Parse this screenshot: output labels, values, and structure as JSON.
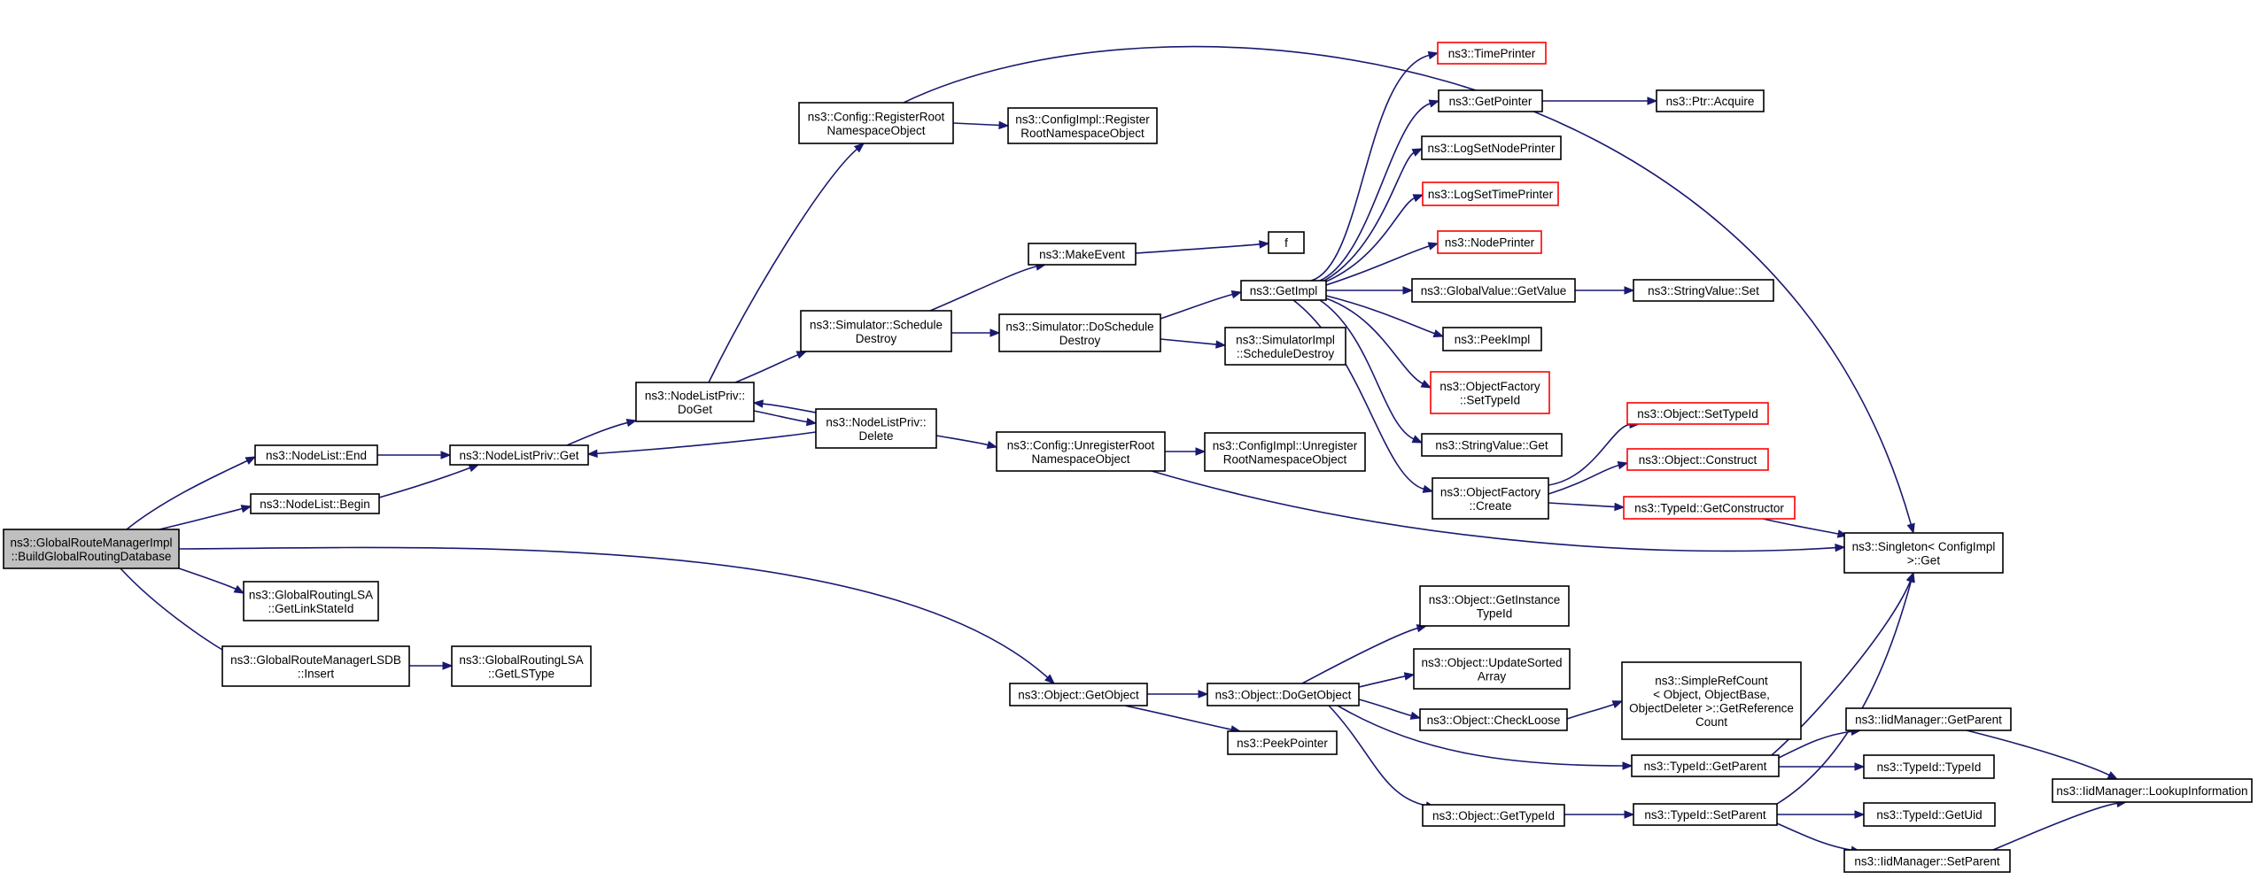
{
  "nodes": {
    "root": [
      "ns3::GlobalRouteManagerImpl",
      "::BuildGlobalRoutingDatabase"
    ],
    "nl_end": [
      "ns3::NodeList::End"
    ],
    "nl_begin": [
      "ns3::NodeList::Begin"
    ],
    "nlp_get": [
      "ns3::NodeListPriv::Get"
    ],
    "nlp_doget": [
      "ns3::NodeListPriv::",
      "DoGet"
    ],
    "nlp_delete": [
      "ns3::NodeListPriv::",
      "Delete"
    ],
    "cfg_register": [
      "ns3::Config::RegisterRoot",
      "NamespaceObject"
    ],
    "cfgimpl_register": [
      "ns3::ConfigImpl::Register",
      "RootNamespaceObject"
    ],
    "sim_schedule": [
      "ns3::Simulator::Schedule",
      "Destroy"
    ],
    "make_event": [
      "ns3::MakeEvent"
    ],
    "f": [
      "f"
    ],
    "sim_doschedule": [
      "ns3::Simulator::DoSchedule",
      "Destroy"
    ],
    "get_impl": [
      "ns3::GetImpl"
    ],
    "simimpl_sched": [
      "ns3::SimulatorImpl",
      "::ScheduleDestroy"
    ],
    "cfg_unregister": [
      "ns3::Config::UnregisterRoot",
      "NamespaceObject"
    ],
    "cfgimpl_unregister": [
      "ns3::ConfigImpl::Unregister",
      "RootNamespaceObject"
    ],
    "time_printer": [
      "ns3::TimePrinter"
    ],
    "get_pointer": [
      "ns3::GetPointer"
    ],
    "ptr_acquire": [
      "ns3::Ptr::Acquire"
    ],
    "log_node": [
      "ns3::LogSetNodePrinter"
    ],
    "log_time": [
      "ns3::LogSetTimePrinter"
    ],
    "node_printer": [
      "ns3::NodePrinter"
    ],
    "gv_getvalue": [
      "ns3::GlobalValue::GetValue"
    ],
    "sv_set": [
      "ns3::StringValue::Set"
    ],
    "peek_impl": [
      "ns3::PeekImpl"
    ],
    "of_settypeid": [
      "ns3::ObjectFactory",
      "::SetTypeId"
    ],
    "sv_get": [
      "ns3::StringValue::Get"
    ],
    "of_create": [
      "ns3::ObjectFactory",
      "::Create"
    ],
    "obj_settypeid": [
      "ns3::Object::SetTypeId"
    ],
    "obj_construct": [
      "ns3::Object::Construct"
    ],
    "tid_getctor": [
      "ns3::TypeId::GetConstructor"
    ],
    "singleton": [
      "ns3::Singleton< ConfigImpl",
      ">::Get"
    ],
    "glsa_linkstate": [
      "ns3::GlobalRoutingLSA",
      "::GetLinkStateId"
    ],
    "lsdb_insert": [
      "ns3::GlobalRouteManagerLSDB",
      "::Insert"
    ],
    "glsa_lstype": [
      "ns3::GlobalRoutingLSA",
      "::GetLSType"
    ],
    "obj_getobject": [
      "ns3::Object::GetObject"
    ],
    "obj_dogetobject": [
      "ns3::Object::DoGetObject"
    ],
    "peek_pointer": [
      "ns3::PeekPointer"
    ],
    "obj_getinst": [
      "ns3::Object::GetInstance",
      "TypeId"
    ],
    "obj_update": [
      "ns3::Object::UpdateSorted",
      "Array"
    ],
    "obj_checkloose": [
      "ns3::Object::CheckLoose"
    ],
    "simplerefcount": [
      "ns3::SimpleRefCount",
      "< Object, ObjectBase,",
      " ObjectDeleter >::GetReference",
      "Count"
    ],
    "tid_getparent": [
      "ns3::TypeId::GetParent"
    ],
    "iid_getparent": [
      "ns3::IidManager::GetParent"
    ],
    "tid_typeid": [
      "ns3::TypeId::TypeId"
    ],
    "obj_gettypeid": [
      "ns3::Object::GetTypeId"
    ],
    "tid_setparent": [
      "ns3::TypeId::SetParent"
    ],
    "tid_getuid": [
      "ns3::TypeId::GetUid"
    ],
    "iid_setparent": [
      "ns3::IidManager::SetParent"
    ],
    "iid_lookup": [
      "ns3::IidManager::LookupInformation"
    ]
  },
  "colors": {
    "edge": "#191970",
    "node_border": "#000000",
    "truncated_border": "#ff0000",
    "root_fill": "#bfbfbf"
  }
}
